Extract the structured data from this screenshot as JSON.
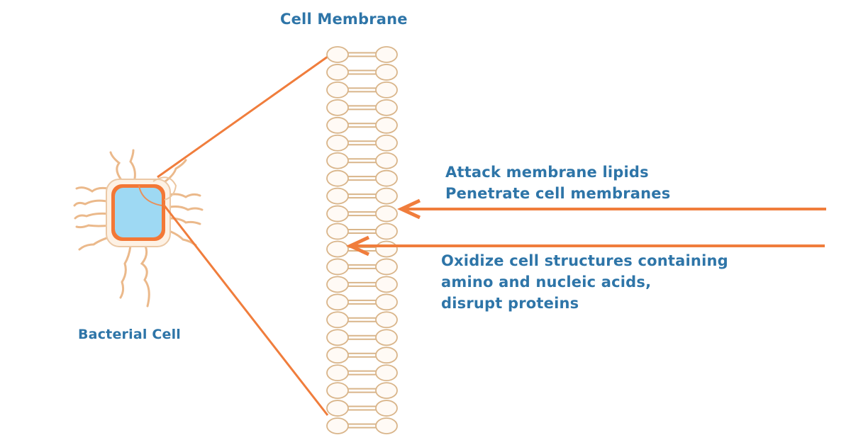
{
  "diagram": {
    "title": "Cell Membrane",
    "bacterial_cell_label": "Bacterial Cell",
    "lipid_bilayer_rows": 22,
    "actions": [
      {
        "id": "membrane-attack",
        "lines": [
          "Attack membrane lipids",
          "Penetrate cell membranes"
        ],
        "target": "outer membrane surface"
      },
      {
        "id": "oxidation",
        "lines": [
          "Oxidize cell structures containing",
          "amino and nucleic acids,",
          "disrupt proteins"
        ],
        "target": "membrane interior"
      }
    ],
    "colors": {
      "text": "#2e75a8",
      "arrow": "#f07d3c",
      "zoom_lines": "#f07d3c",
      "cell_body": "#9ed9f3",
      "cell_wall": "#f26a22",
      "lipid_outline": "#d9b58a",
      "lipid_fill": "#fffaf5",
      "flagella": "#ebb98b"
    }
  }
}
